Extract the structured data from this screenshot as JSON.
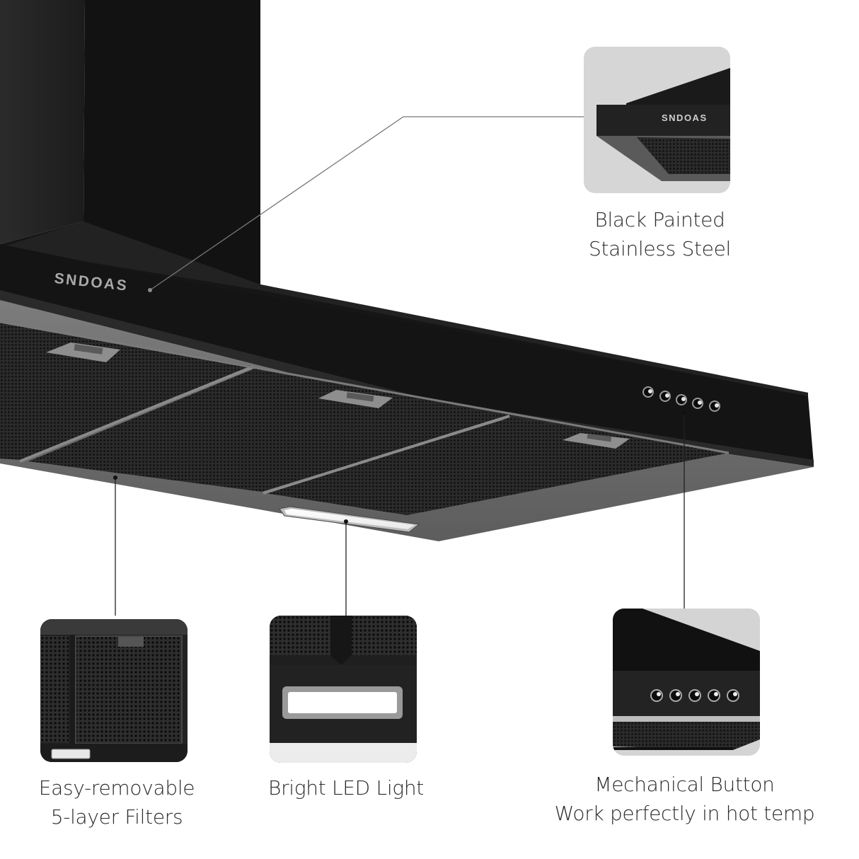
{
  "product": {
    "brand": "SNDOAS",
    "type": "wall-mount range hood",
    "finish_color": "#111111"
  },
  "main_image": {
    "brand_label": "SNDOAS",
    "control_buttons_count": 5
  },
  "features": [
    {
      "id": "finish",
      "title_line1": "Black Painted",
      "title_line2": "Stainless Steel",
      "thumb_brand": "SNDOAS"
    },
    {
      "id": "filters",
      "title_line1": "Easy-removable",
      "title_line2": "5-layer Filters"
    },
    {
      "id": "light",
      "title_line1": "Bright LED Light"
    },
    {
      "id": "buttons",
      "title_line1": "Mechanical Button",
      "title_line2": "Work perfectly in hot temp"
    }
  ],
  "colors": {
    "background": "#ffffff",
    "hood_black": "#121212",
    "frame_gray": "#6e6e6e",
    "thumb_bg": "#d6d6d6",
    "caption_text": "#2a2a2a",
    "connector": "#222222"
  }
}
